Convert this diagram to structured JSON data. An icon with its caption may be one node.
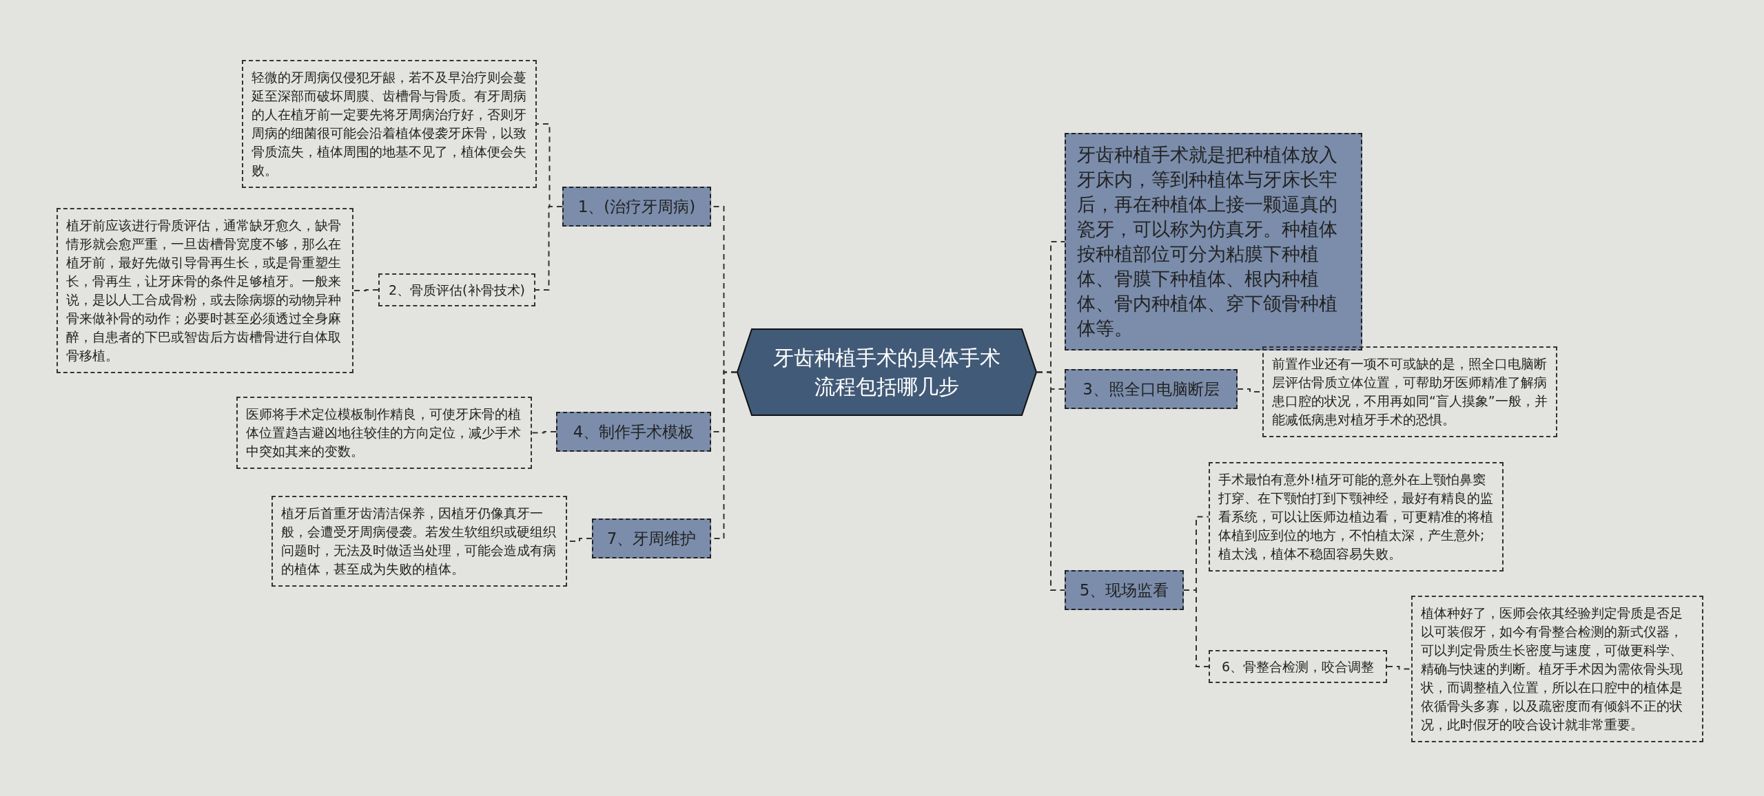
{
  "diagram": {
    "nodes": [
      {
        "text": [
          "牙齿种植手术的具体手术流程包括哪几步"
        ]
      },
      {
        "text": [
          "1、(治疗牙周病)"
        ]
      },
      {
        "text": [
          "轻微的牙周病仅侵犯牙龈，若不及早治疗则会蔓延至深部而破坏周膜、齿槽骨与骨质。有牙周病的人在植牙前一定要先将牙周病治疗好，否则牙周病的细菌很可能会沿着植体侵袭牙床骨，以致骨质流失，植体周围的地基不见了，植体便会失败。"
        ]
      },
      {
        "text": [
          "2、骨质评估(补骨技术)"
        ]
      },
      {
        "text": [
          "植牙前应该进行骨质评估，通常缺牙愈久，缺骨情形就会愈严重，一旦齿槽骨宽度不够，那么在植牙前，最好先做引导骨再生长，或是骨重塑生长，骨再生，让牙床骨的条件足够植牙。一般来说，是以人工合成骨粉，或去除病塬的动物异种骨来做补骨的动作；必要时甚至必须透过全身麻醉，自患者的下巴或智齿后方齿槽骨进行自体取骨移植。"
        ]
      },
      {
        "text": [
          "4、制作手术模板"
        ]
      },
      {
        "text": [
          "医师将手术定位模板制作精良，可使牙床骨的植体位置趋吉避凶地往较佳的方向定位，减少手术中突如其来的变数。"
        ]
      },
      {
        "text": [
          "7、牙周维护"
        ]
      },
      {
        "text": [
          "植牙后首重牙齿清洁保养，因植牙仍像真牙一般，会遭受牙周病侵袭。若发生软组织或硬组织问题时，无法及时做适当处理，可能会造成有病的植体，甚至成为失败的植体。"
        ]
      },
      {
        "text": [
          "牙齿种植手术就是把种植体放入牙床内，等到种植体与牙床长牢后，再在种植体上接一颗逼真的瓷牙，可以称为仿真牙。种植体按种植部位可分为粘膜下种植体、骨膜下种植体、根内种植体、骨内种植体、穿下颌骨种植体等。"
        ]
      },
      {
        "text": [
          "3、照全口电脑断层"
        ]
      },
      {
        "text": [
          "前置作业还有一项不可或缺的是，照全口电脑断层评估骨质立体位置，可帮助牙医师精准了解病患口腔的状况，不用再如同“盲人摸象”一般，并能减低病患对植牙手术的恐惧。"
        ]
      },
      {
        "text": [
          "5、现场监看"
        ]
      },
      {
        "text": [
          "手术最怕有意外!植牙可能的意外在上颚怕鼻窦打穿、在下颚怕打到下颚神经，最好有精良的监看系统，可以让医师边植边看，可更精准的将植体植到应到位的地方，不怕植太深，产生意外;植太浅，植体不稳固容易失败。"
        ]
      },
      {
        "text": [
          "6、骨整合检测，咬合调整"
        ]
      },
      {
        "text": [
          "植体种好了，医师会依其经验判定骨质是否足以可装假牙，如今有骨整合检测的新式仪器，可以判定骨质生长密度与速度，可做更科学、精确与快速的判断。植牙手术因为需依骨头现状，而调整植入位置，所以在口腔中的植体是依循骨头多寡，以及疏密度而有倾斜不正的状况，此时假牙的咬合设计就非常重要。"
        ]
      }
    ],
    "edges": [
      {
        "from": 0,
        "to": 1,
        "arrow": "none"
      },
      {
        "from": 1,
        "to": 2,
        "arrow": "none"
      },
      {
        "from": 1,
        "to": 3,
        "arrow": "none"
      },
      {
        "from": 3,
        "to": 4,
        "arrow": "none"
      },
      {
        "from": 0,
        "to": 5,
        "arrow": "none"
      },
      {
        "from": 5,
        "to": 6,
        "arrow": "none"
      },
      {
        "from": 0,
        "to": 7,
        "arrow": "none"
      },
      {
        "from": 7,
        "to": 8,
        "arrow": "none"
      },
      {
        "from": 0,
        "to": 9,
        "arrow": "none"
      },
      {
        "from": 0,
        "to": 10,
        "arrow": "none"
      },
      {
        "from": 10,
        "to": 11,
        "arrow": "none"
      },
      {
        "from": 0,
        "to": 12,
        "arrow": "none"
      },
      {
        "from": 12,
        "to": 13,
        "arrow": "none"
      },
      {
        "from": 12,
        "to": 14,
        "arrow": "none"
      },
      {
        "from": 14,
        "to": 15,
        "arrow": "none"
      }
    ]
  }
}
